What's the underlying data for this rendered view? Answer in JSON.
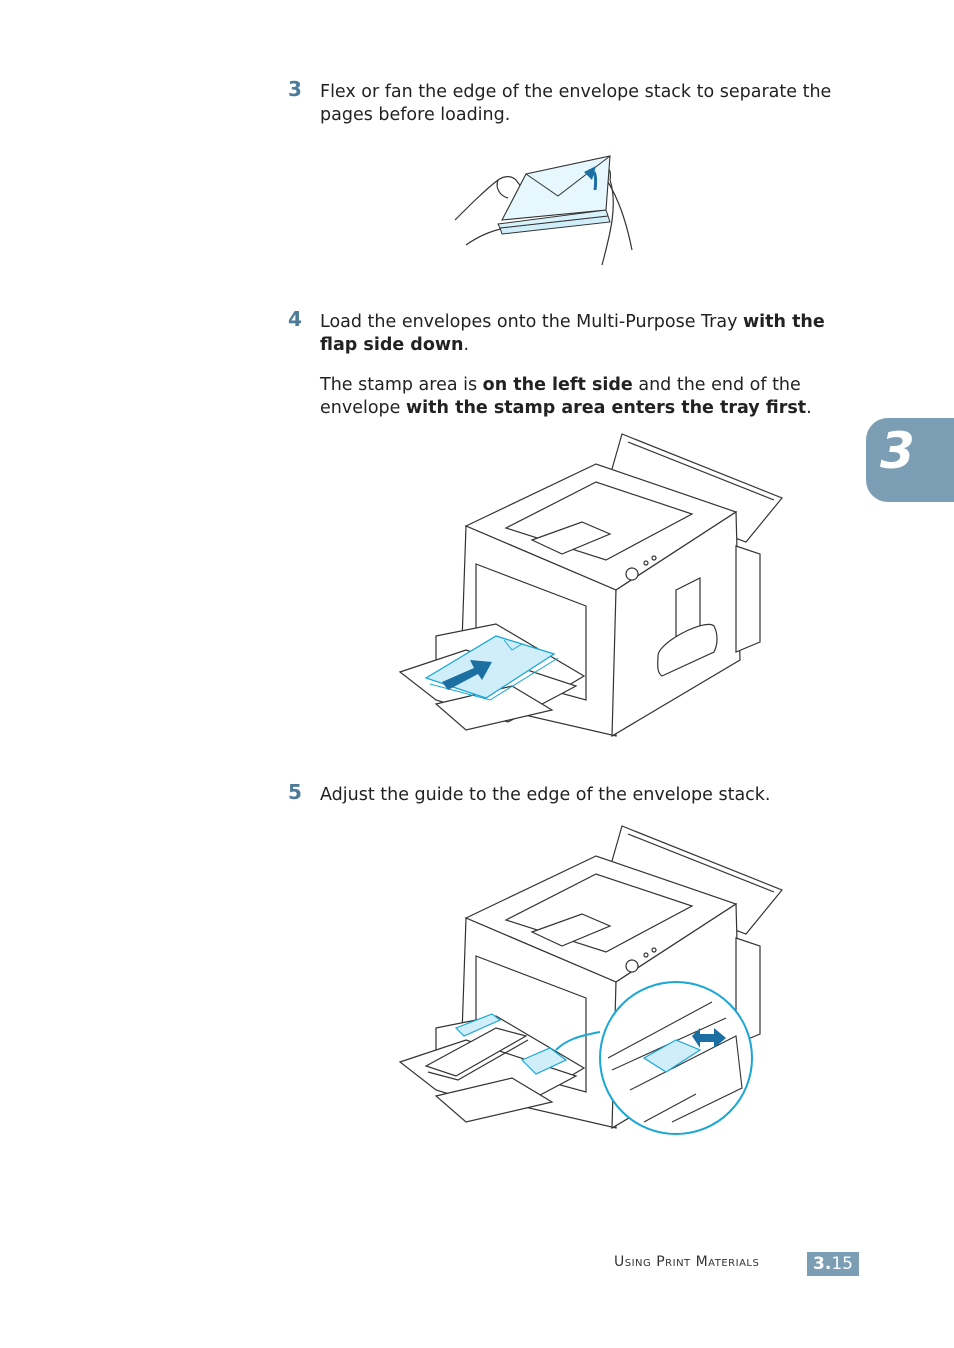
{
  "steps": [
    {
      "number": "3",
      "text": "Flex or fan the edge of the envelope stack to separate the pages before loading."
    },
    {
      "number": "4",
      "line1_pre": "Load the envelopes onto the Multi-Purpose Tray ",
      "line1_bold": "with the flap side down",
      "line1_post": ".",
      "para2_a": "The stamp area is ",
      "para2_b": "on the left side",
      "para2_c": " and the end of the envelope ",
      "para2_d": "with the stamp area enters the tray first",
      "para2_e": "."
    },
    {
      "number": "5",
      "text": "Adjust the guide to the edge of the envelope stack."
    }
  ],
  "chapter_tab": "3",
  "footer": {
    "section": "Using Print Materials",
    "page_bold": "3.",
    "page_rest": "15"
  },
  "colors": {
    "accent": "#7b9eb5",
    "step_number": "#4e7c98",
    "envelope_fill": "#cfeefa",
    "highlight": "#1aa7d4",
    "arrow": "#1b6fa3"
  }
}
